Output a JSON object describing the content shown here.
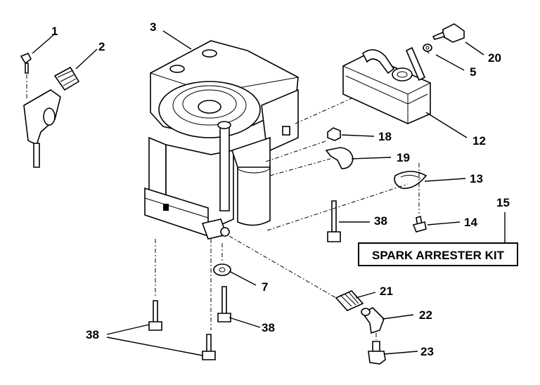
{
  "diagram": {
    "callouts": [
      {
        "id": "c1",
        "text": "1"
      },
      {
        "id": "c2",
        "text": "2"
      },
      {
        "id": "c3",
        "text": "3"
      },
      {
        "id": "c5",
        "text": "5"
      },
      {
        "id": "c7",
        "text": "7"
      },
      {
        "id": "c12",
        "text": "12"
      },
      {
        "id": "c13",
        "text": "13"
      },
      {
        "id": "c14",
        "text": "14"
      },
      {
        "id": "c15",
        "text": "15"
      },
      {
        "id": "c18",
        "text": "18"
      },
      {
        "id": "c19",
        "text": "19"
      },
      {
        "id": "c20",
        "text": "20"
      },
      {
        "id": "c21",
        "text": "21"
      },
      {
        "id": "c22",
        "text": "22"
      },
      {
        "id": "c23",
        "text": "23"
      },
      {
        "id": "c38a",
        "text": "38"
      },
      {
        "id": "c38b",
        "text": "38"
      },
      {
        "id": "c38c",
        "text": "38"
      }
    ],
    "kit_label": "SPARK ARRESTER KIT"
  }
}
